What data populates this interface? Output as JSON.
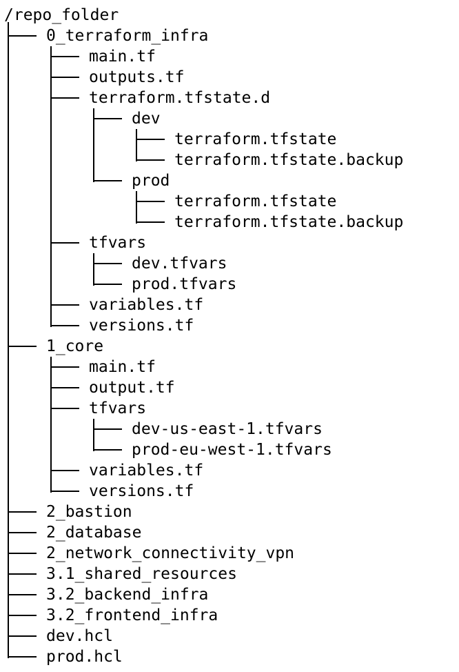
{
  "tree": {
    "root": "/repo_folder",
    "items": [
      {
        "label": "0_terraform_infra",
        "depth": 0,
        "is_last": false
      },
      {
        "label": "main.tf",
        "depth": 1,
        "is_last": false
      },
      {
        "label": "outputs.tf",
        "depth": 1,
        "is_last": false
      },
      {
        "label": "terraform.tfstate.d",
        "depth": 1,
        "is_last": false
      },
      {
        "label": "dev",
        "depth": 2,
        "is_last": false
      },
      {
        "label": "terraform.tfstate",
        "depth": 3,
        "is_last": false
      },
      {
        "label": "terraform.tfstate.backup",
        "depth": 3,
        "is_last": true
      },
      {
        "label": "prod",
        "depth": 2,
        "is_last": true
      },
      {
        "label": "terraform.tfstate",
        "depth": 3,
        "is_last": false
      },
      {
        "label": "terraform.tfstate.backup",
        "depth": 3,
        "is_last": true
      },
      {
        "label": "tfvars",
        "depth": 1,
        "is_last": false
      },
      {
        "label": "dev.tfvars",
        "depth": 2,
        "is_last": false
      },
      {
        "label": "prod.tfvars",
        "depth": 2,
        "is_last": true
      },
      {
        "label": "variables.tf",
        "depth": 1,
        "is_last": false
      },
      {
        "label": "versions.tf",
        "depth": 1,
        "is_last": true
      },
      {
        "label": "1_core",
        "depth": 0,
        "is_last": false
      },
      {
        "label": "main.tf",
        "depth": 1,
        "is_last": false
      },
      {
        "label": "output.tf",
        "depth": 1,
        "is_last": false
      },
      {
        "label": "tfvars",
        "depth": 1,
        "is_last": false
      },
      {
        "label": "dev-us-east-1.tfvars",
        "depth": 2,
        "is_last": false
      },
      {
        "label": "prod-eu-west-1.tfvars",
        "depth": 2,
        "is_last": true
      },
      {
        "label": "variables.tf",
        "depth": 1,
        "is_last": false
      },
      {
        "label": "versions.tf",
        "depth": 1,
        "is_last": true
      },
      {
        "label": "2_bastion",
        "depth": 0,
        "is_last": false
      },
      {
        "label": "2_database",
        "depth": 0,
        "is_last": false
      },
      {
        "label": "2_network_connectivity_vpn",
        "depth": 0,
        "is_last": false
      },
      {
        "label": "3.1_shared_resources",
        "depth": 0,
        "is_last": false
      },
      {
        "label": "3.2_backend_infra",
        "depth": 0,
        "is_last": false
      },
      {
        "label": "3.2_frontend_infra",
        "depth": 0,
        "is_last": false
      },
      {
        "label": "dev.hcl",
        "depth": 0,
        "is_last": false
      },
      {
        "label": "prod.hcl",
        "depth": 0,
        "is_last": true
      }
    ]
  }
}
